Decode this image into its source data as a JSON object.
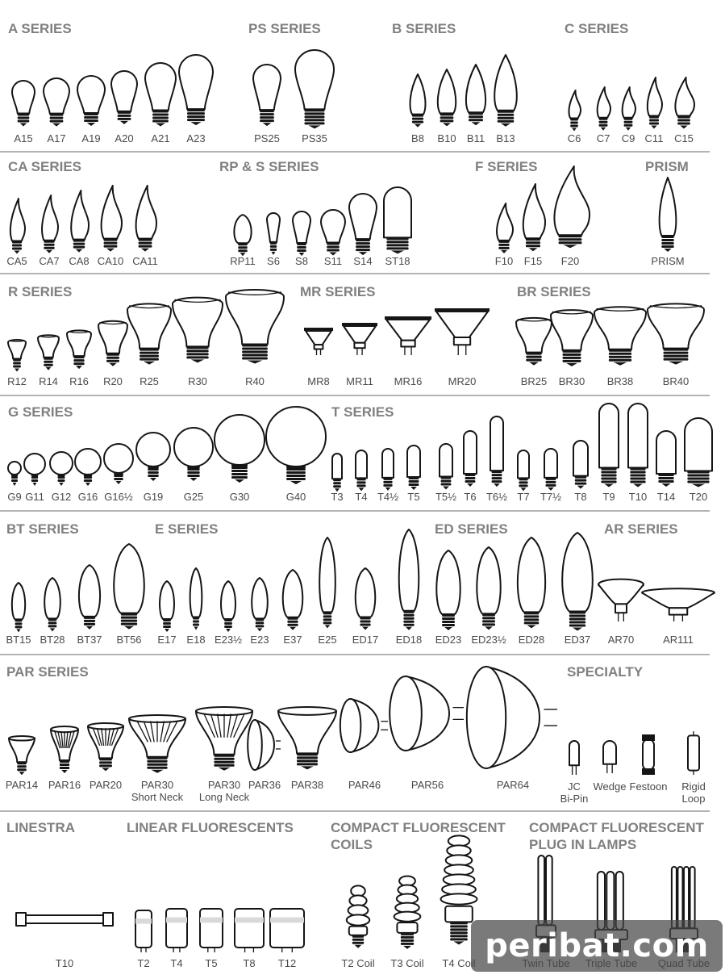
{
  "sections": [
    {
      "id": "a",
      "header": "A SERIES",
      "bulbs": [
        "A15",
        "A17",
        "A19",
        "A20",
        "A21",
        "A23"
      ]
    },
    {
      "id": "ps",
      "header": "PS SERIES",
      "bulbs": [
        "PS25",
        "PS35"
      ]
    },
    {
      "id": "b",
      "header": "B SERIES",
      "bulbs": [
        "B8",
        "B10",
        "B11",
        "B13"
      ]
    },
    {
      "id": "c",
      "header": "C SERIES",
      "bulbs": [
        "C6",
        "C7",
        "C9",
        "C11",
        "C15"
      ]
    },
    {
      "id": "ca",
      "header": "CA SERIES",
      "bulbs": [
        "CA5",
        "CA7",
        "CA8",
        "CA10",
        "CA11"
      ]
    },
    {
      "id": "rps",
      "header": "RP & S SERIES",
      "bulbs": [
        "RP11",
        "S6",
        "S8",
        "S11",
        "S14",
        "ST18"
      ]
    },
    {
      "id": "f",
      "header": "F SERIES",
      "bulbs": [
        "F10",
        "F15",
        "F20"
      ]
    },
    {
      "id": "prism",
      "header": "PRISM",
      "bulbs": [
        "PRISM"
      ]
    },
    {
      "id": "r",
      "header": "R SERIES",
      "bulbs": [
        "R12",
        "R14",
        "R16",
        "R20",
        "R25",
        "R30",
        "R40"
      ]
    },
    {
      "id": "mr",
      "header": "MR SERIES",
      "bulbs": [
        "MR8",
        "MR11",
        "MR16",
        "MR20"
      ]
    },
    {
      "id": "br",
      "header": "BR SERIES",
      "bulbs": [
        "BR25",
        "BR30",
        "BR38",
        "BR40"
      ]
    },
    {
      "id": "g",
      "header": "G SERIES",
      "bulbs": [
        "G9",
        "G11",
        "G12",
        "G16",
        "G16½",
        "G19",
        "G25",
        "G30",
        "G40"
      ]
    },
    {
      "id": "t",
      "header": "T SERIES",
      "bulbs": [
        "T3",
        "T4",
        "T4½",
        "T5",
        "T5½",
        "T6",
        "T6½",
        "T7",
        "T7½",
        "T8",
        "T9",
        "T10",
        "T14",
        "T20"
      ]
    },
    {
      "id": "bt",
      "header": "BT SERIES",
      "bulbs": [
        "BT15",
        "BT28",
        "BT37",
        "BT56"
      ]
    },
    {
      "id": "e",
      "header": "E SERIES",
      "bulbs": [
        "E17",
        "E18",
        "E23½",
        "E23",
        "E37",
        "E25"
      ]
    },
    {
      "id": "ed",
      "header": "ED SERIES",
      "bulbs": [
        "ED17",
        "ED18",
        "ED23",
        "ED23½",
        "ED28",
        "ED37"
      ]
    },
    {
      "id": "ar",
      "header": "AR SERIES",
      "bulbs": [
        "AR70",
        "AR111"
      ]
    },
    {
      "id": "par",
      "header": "PAR SERIES",
      "bulbs": [
        "PAR14",
        "PAR16",
        "PAR20",
        "PAR30\nShort Neck",
        "PAR30\nLong Neck",
        "PAR36",
        "PAR38",
        "PAR46",
        "PAR56",
        "PAR64"
      ]
    },
    {
      "id": "specialty",
      "header": "SPECIALTY",
      "bulbs": [
        "JC\nBi-Pin",
        "Wedge",
        "Festoon",
        "Rigid\nLoop"
      ]
    },
    {
      "id": "linestra",
      "header": "LINESTRA",
      "bulbs": [
        "T10"
      ]
    },
    {
      "id": "linear",
      "header": "LINEAR FLUORESCENTS",
      "bulbs": [
        "T2",
        "T4",
        "T5",
        "T8",
        "T12"
      ]
    },
    {
      "id": "cfl",
      "header": "COMPACT FLUORESCENT\nCOILS",
      "bulbs": [
        "T2 Coil",
        "T3 Coil",
        "T4 Coil"
      ]
    },
    {
      "id": "plug",
      "header": "COMPACT FLUORESCENT\nPLUG IN LAMPS",
      "bulbs": [
        "Twin Tube",
        "Triple Tube",
        "Quad Tube"
      ]
    }
  ],
  "watermark": "peribat.com",
  "colors": {
    "header": "#808080",
    "label": "#4a4a4a",
    "line": "#151515",
    "divider": "#9a9a9a"
  }
}
